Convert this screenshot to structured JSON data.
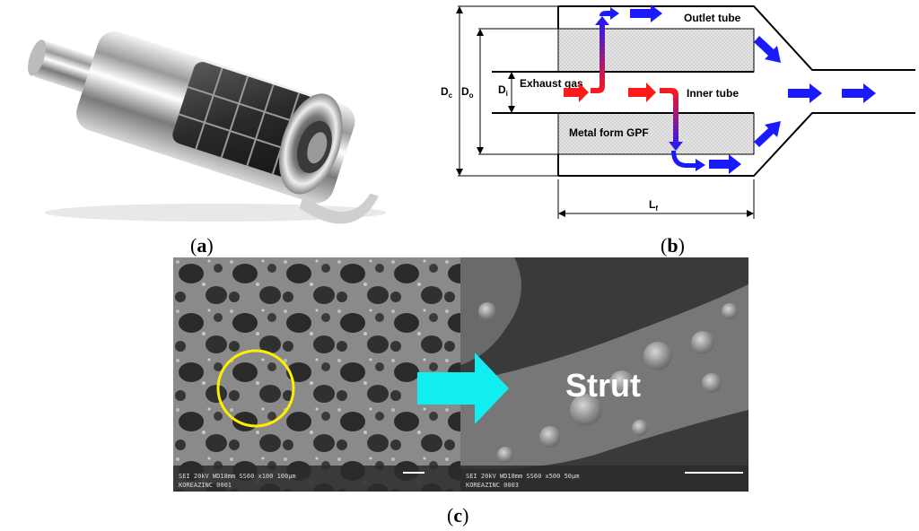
{
  "panels": {
    "a": {
      "caption_letter": "a"
    },
    "b": {
      "caption_letter": "b",
      "labels": {
        "outlet_tube": "Outlet tube",
        "inner_tube": "Inner tube",
        "exhaust_gas": "Exhaust gas",
        "metal_form_gpf": "Metal form GPF",
        "dc": "D",
        "dc_sub": "c",
        "do": "D",
        "do_sub": "o",
        "di": "D",
        "di_sub": "i",
        "lf": "L",
        "lf_sub": "f"
      },
      "colors": {
        "hot_flow": "#ff1a1a",
        "cool_flow": "#1a1aff",
        "filter_fill": "#d9d9d9"
      }
    },
    "c": {
      "caption_letter": "c",
      "strut_label": "Strut",
      "left_sem": {
        "info_line1": "SEI    20kV    WD18mm    SS60                x100     100μm",
        "info_line2": "KOREAZINC                                                   0001"
      },
      "right_sem": {
        "info_line1": "SEI    20kV    WD18mm    SS60              x500      50μm",
        "info_line2": "KOREAZINC                                                  0003"
      },
      "colors": {
        "circle": "#ffee00",
        "arrow": "#11eef0"
      }
    }
  }
}
